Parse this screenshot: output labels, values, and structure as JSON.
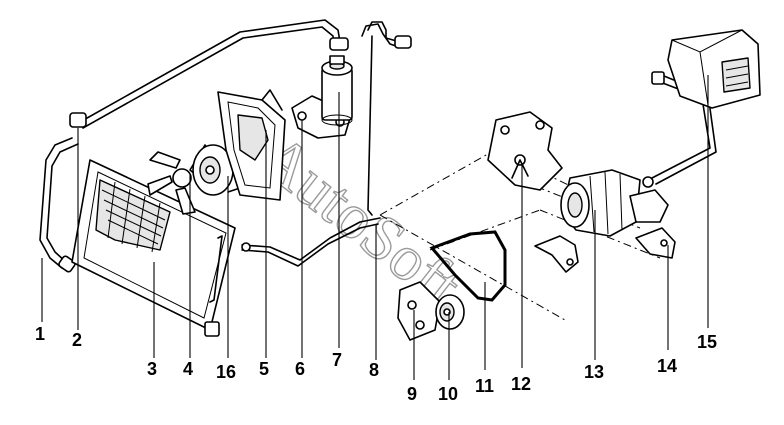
{
  "watermark": "AutoSoft",
  "callouts": [
    {
      "id": "c1",
      "label": "1"
    },
    {
      "id": "c2",
      "label": "2"
    },
    {
      "id": "c3",
      "label": "3"
    },
    {
      "id": "c4",
      "label": "4"
    },
    {
      "id": "c16",
      "label": "16"
    },
    {
      "id": "c5",
      "label": "5"
    },
    {
      "id": "c6",
      "label": "6"
    },
    {
      "id": "c7",
      "label": "7"
    },
    {
      "id": "c8",
      "label": "8"
    },
    {
      "id": "c9",
      "label": "9"
    },
    {
      "id": "c10",
      "label": "10"
    },
    {
      "id": "c11",
      "label": "11"
    },
    {
      "id": "c12",
      "label": "12"
    },
    {
      "id": "c13",
      "label": "13"
    },
    {
      "id": "c14",
      "label": "14"
    },
    {
      "id": "c15",
      "label": "15"
    }
  ]
}
